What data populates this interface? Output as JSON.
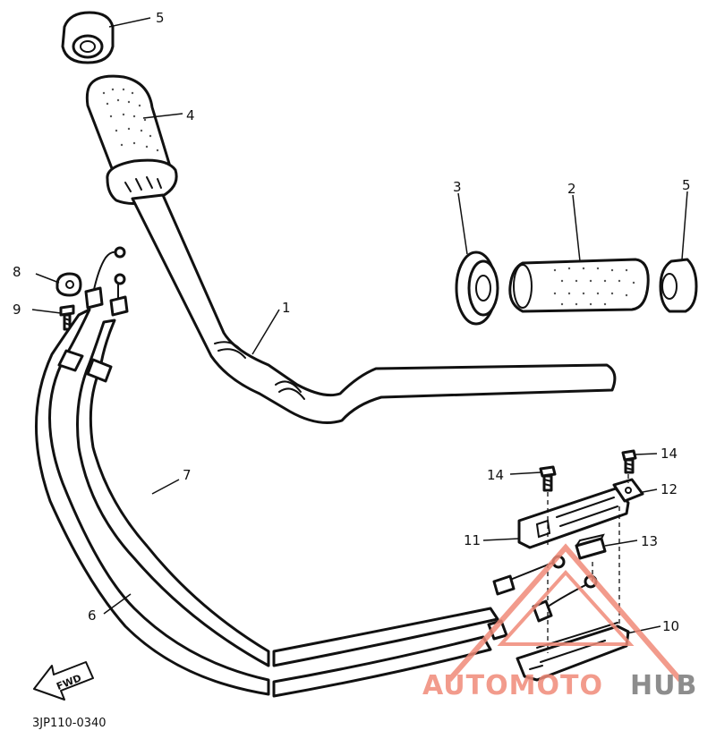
{
  "callouts": {
    "c1": "1",
    "c2": "2",
    "c3": "3",
    "c4": "4",
    "c5_top": "5",
    "c5_right": "5",
    "c6": "6",
    "c7": "7",
    "c8": "8",
    "c9": "9",
    "c10": "10",
    "c11": "11",
    "c12": "12",
    "c13": "13",
    "c14_left": "14",
    "c14_right": "14"
  },
  "fwd_label": "FWD",
  "diagram_code": "3JP110-0340",
  "watermark": {
    "part1": "AUTOMOTO",
    "part2": "HUB",
    "color_primary": "#f08a78",
    "color_secondary": "#7a7a7a"
  }
}
